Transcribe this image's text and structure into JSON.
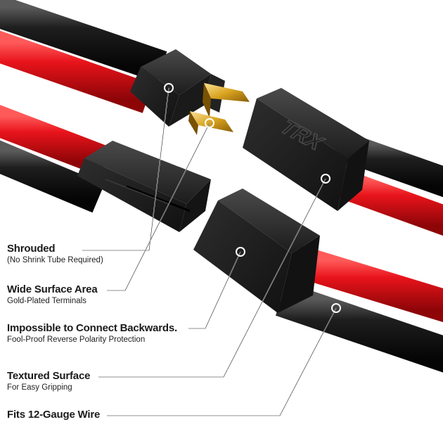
{
  "callouts": [
    {
      "title": "Shrouded",
      "subtitle": "(No Shrink Tube Required)"
    },
    {
      "title": "Wide Surface Area",
      "subtitle": "Gold-Plated Terminals"
    },
    {
      "title": "Impossible to Connect Backwards.",
      "subtitle": "Fool-Proof Reverse Polarity Protection"
    },
    {
      "title": "Textured Surface",
      "subtitle": "For Easy Gripping"
    },
    {
      "title": "Fits 12-Gauge Wire",
      "subtitle": ""
    }
  ],
  "connector_logo": "TRX",
  "colors": {
    "wire_red": "#e8141b",
    "wire_black": "#1c1c1c",
    "housing": "#262626",
    "gold": "#d9a420"
  }
}
